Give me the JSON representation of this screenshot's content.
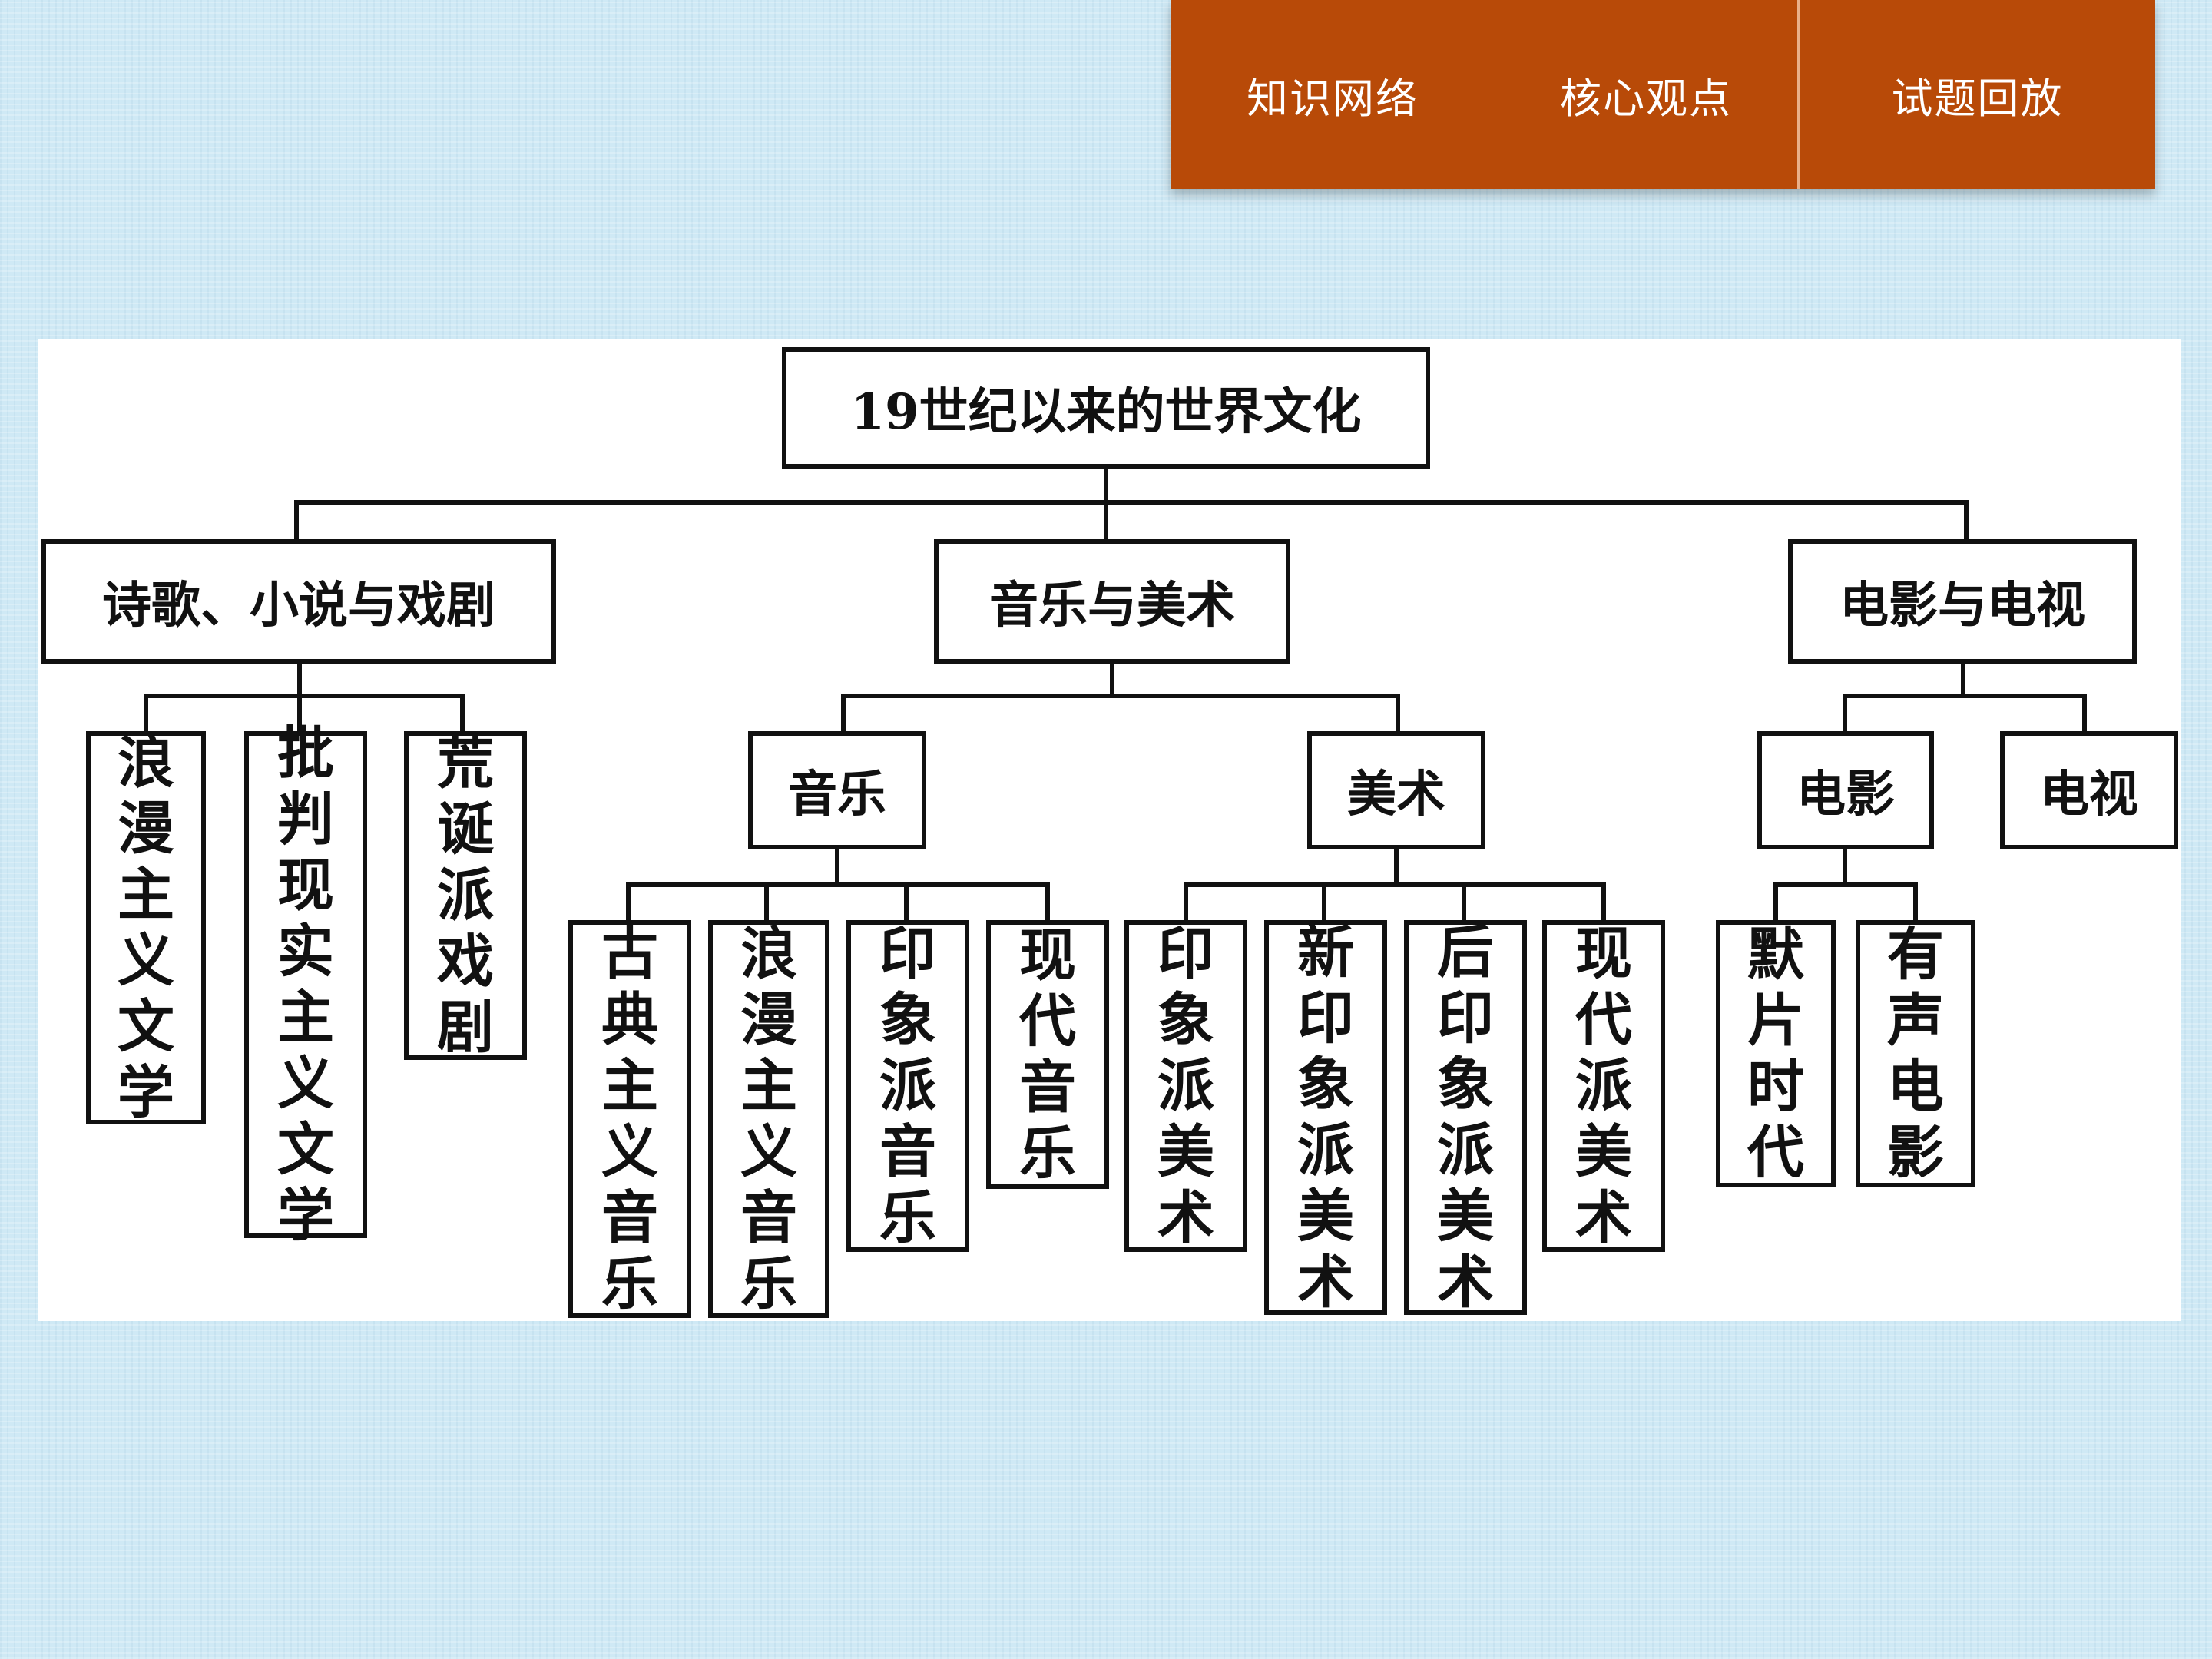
{
  "nav": {
    "tabs": [
      {
        "label": "知识网络"
      },
      {
        "label": "核心观点"
      },
      {
        "label": "试题回放"
      }
    ]
  },
  "diagram": {
    "root": "19世纪以来的世界文化",
    "branches": [
      {
        "label": "诗歌、小说与戏剧",
        "items": [
          "浪漫主义文学",
          "批判现实主义文学",
          "荒诞派戏剧"
        ]
      },
      {
        "label": "音乐与美术",
        "groups": [
          {
            "label": "音乐",
            "items": [
              "古典主义音乐",
              "浪漫主义音乐",
              "印象派音乐",
              "现代音乐"
            ]
          },
          {
            "label": "美术",
            "items": [
              "印象派美术",
              "新印象派美术",
              "后印象派美术",
              "现代派美术"
            ]
          }
        ]
      },
      {
        "label": "电影与电视",
        "groups": [
          {
            "label": "电影",
            "items": [
              "默片时代",
              "有声电影"
            ]
          },
          {
            "label": "电视",
            "items": []
          }
        ]
      }
    ]
  }
}
